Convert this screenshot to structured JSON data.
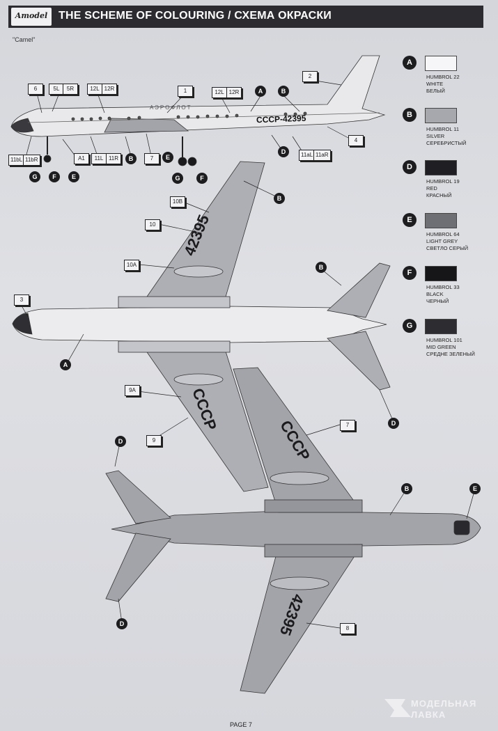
{
  "header": {
    "logo": "Amodel",
    "title": "THE SCHEME OF COLOURING / СХЕМА ОКРАСКИ"
  },
  "subtitle": "\"Camel\"",
  "page_label": "PAGE 7",
  "watermark": {
    "line1": "МОДЕЛЬНАЯ",
    "line2": "ЛАВКА"
  },
  "legend": [
    {
      "letter": "A",
      "color": "#f6f6f8",
      "lines": [
        "HUMBROL 22",
        "WHITE",
        "БЕЛЫЙ"
      ]
    },
    {
      "letter": "B",
      "color": "#a7a8ae",
      "lines": [
        "HUMBROL 11",
        "SILVER",
        "СЕРЕБРИСТЫЙ"
      ]
    },
    {
      "letter": "D",
      "color": "#1f1e22",
      "lines": [
        "HUMBROL 19",
        "RED",
        "КРАСНЫЙ"
      ]
    },
    {
      "letter": "E",
      "color": "#6e6f75",
      "lines": [
        "HUMBROL 64",
        "LIGHT GREY",
        "СВЕТЛО СЕРЫЙ"
      ]
    },
    {
      "letter": "F",
      "color": "#161518",
      "lines": [
        "HUMBROL 33",
        "BLACK",
        "ЧЕРНЫЙ"
      ]
    },
    {
      "letter": "G",
      "color": "#2d2c31",
      "lines": [
        "HUMBROL 101",
        "MID GREEN",
        "СРЕДНЕ ЗЕЛЕНЫЙ"
      ]
    }
  ],
  "markings": {
    "side_registration": "СССР-42395",
    "side_titles": "АЭРОФЛОТ",
    "top_wing_number": "42395",
    "top_wing_country": "СССР",
    "bottom_wing_country": "СССР",
    "bottom_wing_number": "42395"
  },
  "callouts": [
    {
      "id": "c1",
      "label": "6"
    },
    {
      "id": "c2",
      "label": "5L"
    },
    {
      "id": "c3",
      "label": "5R"
    },
    {
      "id": "c4",
      "label": "12L"
    },
    {
      "id": "c5",
      "label": "12R"
    },
    {
      "id": "c6",
      "label": "1"
    },
    {
      "id": "c7",
      "label": "12L"
    },
    {
      "id": "c8",
      "label": "12R"
    },
    {
      "id": "c9",
      "label": "2"
    },
    {
      "id": "c10",
      "label": "4"
    },
    {
      "id": "c11",
      "label": "11bL"
    },
    {
      "id": "c12",
      "label": "11bR"
    },
    {
      "id": "c13",
      "label": "A1"
    },
    {
      "id": "c14",
      "label": "11L"
    },
    {
      "id": "c15",
      "label": "11R"
    },
    {
      "id": "c16",
      "label": "7"
    },
    {
      "id": "c17",
      "label": "11aL"
    },
    {
      "id": "c18",
      "label": "11aR"
    },
    {
      "id": "c19",
      "label": "10B"
    },
    {
      "id": "c20",
      "label": "10"
    },
    {
      "id": "c21",
      "label": "10A"
    },
    {
      "id": "c22",
      "label": "3"
    },
    {
      "id": "c23",
      "label": "9A"
    },
    {
      "id": "c24",
      "label": "9"
    },
    {
      "id": "c25",
      "label": "7"
    },
    {
      "id": "c26",
      "label": "8"
    }
  ],
  "badges": [
    {
      "id": "b1",
      "letter": "A"
    },
    {
      "id": "b2",
      "letter": "B"
    },
    {
      "id": "b3",
      "letter": "B"
    },
    {
      "id": "b4",
      "letter": "D"
    },
    {
      "id": "b5",
      "letter": "G"
    },
    {
      "id": "b6",
      "letter": "F"
    },
    {
      "id": "b7",
      "letter": "E"
    },
    {
      "id": "b8",
      "letter": "E"
    },
    {
      "id": "b9",
      "letter": "G"
    },
    {
      "id": "b10",
      "letter": "F"
    },
    {
      "id": "b11",
      "letter": "B"
    },
    {
      "id": "b12",
      "letter": "B"
    },
    {
      "id": "b13",
      "letter": "A"
    },
    {
      "id": "b14",
      "letter": "D"
    },
    {
      "id": "b15",
      "letter": "D"
    },
    {
      "id": "b16",
      "letter": "B"
    },
    {
      "id": "b17",
      "letter": "E"
    },
    {
      "id": "b18",
      "letter": "D"
    }
  ]
}
